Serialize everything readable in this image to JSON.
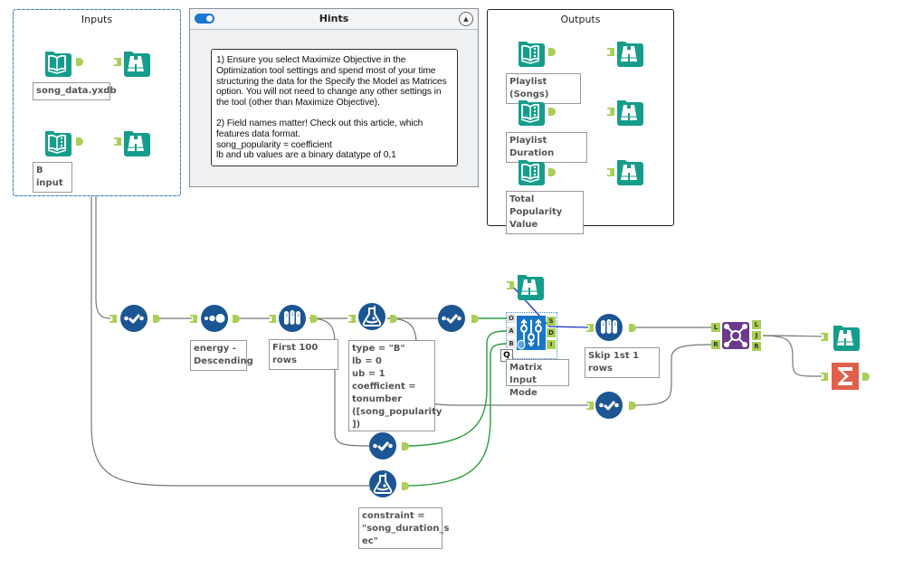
{
  "canvas": {
    "colors": {
      "teal": "#159d8c",
      "navy": "#1b5693",
      "purple": "#6b3a8e",
      "orange": "#e0604a",
      "optimization_blue": "#1876c9",
      "anchor_green": "#a9cf54",
      "wire_gray": "#777777",
      "wire_green": "#2a9c3c",
      "wire_blue": "#2233cc"
    }
  },
  "containers": {
    "inputs": {
      "title": "Inputs"
    },
    "outputs": {
      "title": "Outputs"
    },
    "hints": {
      "title": "Hints",
      "toggle_state": "on",
      "note_paragraph_1": "1) Ensure you select Maximize Objective in the Optimization tool settings and spend most of your time structuring the data for the Specify the Model as Matrices option. You will not need to change any other settings in the tool (other than Maximize Objective).",
      "note_line_2a": "2) Field names matter! Check out this article, which features data format.",
      "note_line_2b": "song_popularity = coefficient",
      "note_line_2c": "lb and ub values are a binary datatype of 0,1"
    }
  },
  "tools": {
    "input_song": {
      "icon": "book-open-icon",
      "label": "song_data.yxdb"
    },
    "input_b": {
      "icon": "book-dotted-icon",
      "label": "B input"
    },
    "browse_1": {
      "icon": "binoculars-icon"
    },
    "browse_2": {
      "icon": "binoculars-icon"
    },
    "select_1": {
      "icon": "select-check-icon"
    },
    "sort": {
      "icon": "sort-dots-icon",
      "label": "energy -\nDescending"
    },
    "sample_first": {
      "icon": "sample-tubes-icon",
      "label": "First 100 rows"
    },
    "formula_b": {
      "icon": "formula-flask-icon",
      "label": "type = \"B\"\nlb = 0\nub = 1\ncoefficient =\ntonumber\n([song_popularity\n])"
    },
    "select_2": {
      "icon": "select-check-icon"
    },
    "select_3": {
      "icon": "select-check-icon"
    },
    "formula_constraint": {
      "icon": "formula-flask-icon",
      "label": "constraint =\n\"song_duration_s\nec\""
    },
    "select_4": {
      "icon": "select-check-icon"
    },
    "browse_opt": {
      "icon": "binoculars-icon"
    },
    "optimization": {
      "icon": "optimization-sliders-icon",
      "label": "Matrix Input\nMode",
      "input_ports": [
        "O",
        "A",
        "B"
      ],
      "output_ports": [
        "S",
        "D",
        "I"
      ],
      "q_port": "Q"
    },
    "sample_skip": {
      "icon": "sample-tubes-icon",
      "label": "Skip 1st 1 rows"
    },
    "join": {
      "icon": "join-network-icon",
      "input_ports": [
        "L",
        "R"
      ],
      "output_ports": [
        "L",
        "J",
        "R"
      ]
    },
    "browse_join": {
      "icon": "binoculars-icon"
    },
    "summarize": {
      "icon": "sigma-icon"
    },
    "out_songs": {
      "icon": "book-dotted-icon",
      "label": "Playlist (Songs)"
    },
    "out_duration": {
      "icon": "book-dotted-icon",
      "label": "Playlist Duration"
    },
    "out_popularity": {
      "icon": "book-dotted-icon",
      "label": "Total Popularity\nValue"
    },
    "browse_out_1": {
      "icon": "binoculars-icon"
    },
    "browse_out_2": {
      "icon": "binoculars-icon"
    },
    "browse_out_3": {
      "icon": "binoculars-icon"
    }
  }
}
